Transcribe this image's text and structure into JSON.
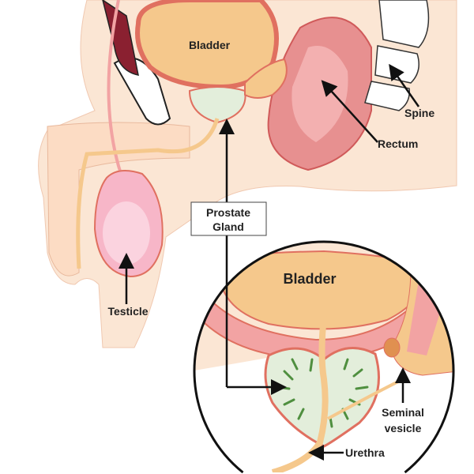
{
  "diagram": {
    "labels": {
      "bladder_main": "Bladder",
      "spine": "Spine",
      "rectum": "Rectum",
      "prostate_line1": "Prostate",
      "prostate_line2": "Gland",
      "testicle": "Testicle",
      "bladder_inset": "Bladder",
      "seminal_line1": "Seminal",
      "seminal_line2": "vesicle",
      "urethra": "Urethra"
    },
    "colors": {
      "skin": "#fbe6d4",
      "bladder": "#f5c88c",
      "tissue_pink": "#f2a3a3",
      "outline": "#e0705e",
      "prostate_fill": "#e3eedb",
      "prostate_stripes": "#4f8f3f",
      "spine": "#ffffff"
    }
  }
}
